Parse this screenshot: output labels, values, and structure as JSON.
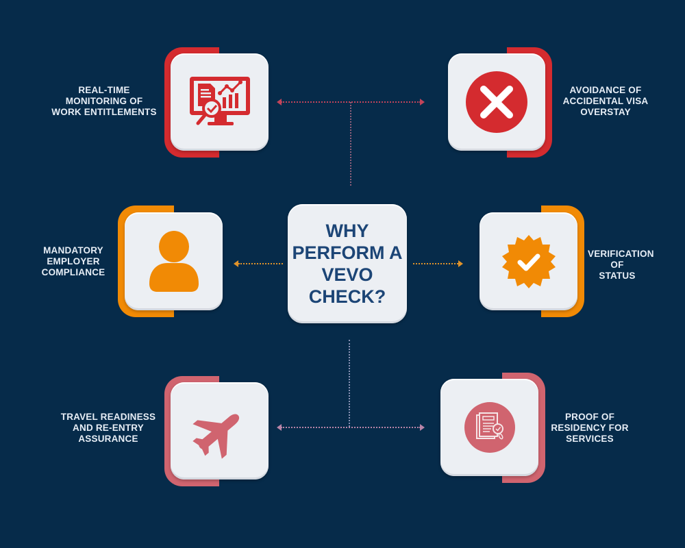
{
  "title": {
    "lines": [
      "WHY",
      "PERFORM A",
      "VEVO",
      "CHECK?"
    ]
  },
  "colors": {
    "background": "#062b4a",
    "card": "#eceff3",
    "title_text": "#1c4576",
    "label_text": "#e7eef6",
    "red": "#d42b2f",
    "orange": "#f18a05",
    "pink": "#d0646f",
    "connector_top": "#c2445a",
    "connector_mid": "#e0932a",
    "connector_bottom": "#b884a8"
  },
  "items": [
    {
      "id": "top-left",
      "icon": "monitor-analytics-icon",
      "accent": "red",
      "lines": [
        "REAL-TIME",
        "MONITORING OF",
        "WORK ENTITLEMENTS"
      ]
    },
    {
      "id": "top-right",
      "icon": "x-circle-icon",
      "accent": "red",
      "lines": [
        "AVOIDANCE OF",
        "ACCIDENTAL VISA",
        "OVERSTAY"
      ]
    },
    {
      "id": "mid-left",
      "icon": "user-icon",
      "accent": "orange",
      "lines": [
        "MANDATORY",
        "EMPLOYER",
        "COMPLIANCE"
      ]
    },
    {
      "id": "mid-right",
      "icon": "verified-badge-icon",
      "accent": "orange",
      "lines": [
        "VERIFICATION",
        "OF",
        "STATUS"
      ]
    },
    {
      "id": "bottom-left",
      "icon": "airplane-icon",
      "accent": "pink",
      "lines": [
        "TRAVEL READINESS",
        "AND RE-ENTRY",
        "ASSURANCE"
      ]
    },
    {
      "id": "bottom-right",
      "icon": "document-search-icon",
      "accent": "pink",
      "lines": [
        "PROOF OF",
        "RESIDENCY FOR",
        "SERVICES"
      ]
    }
  ]
}
